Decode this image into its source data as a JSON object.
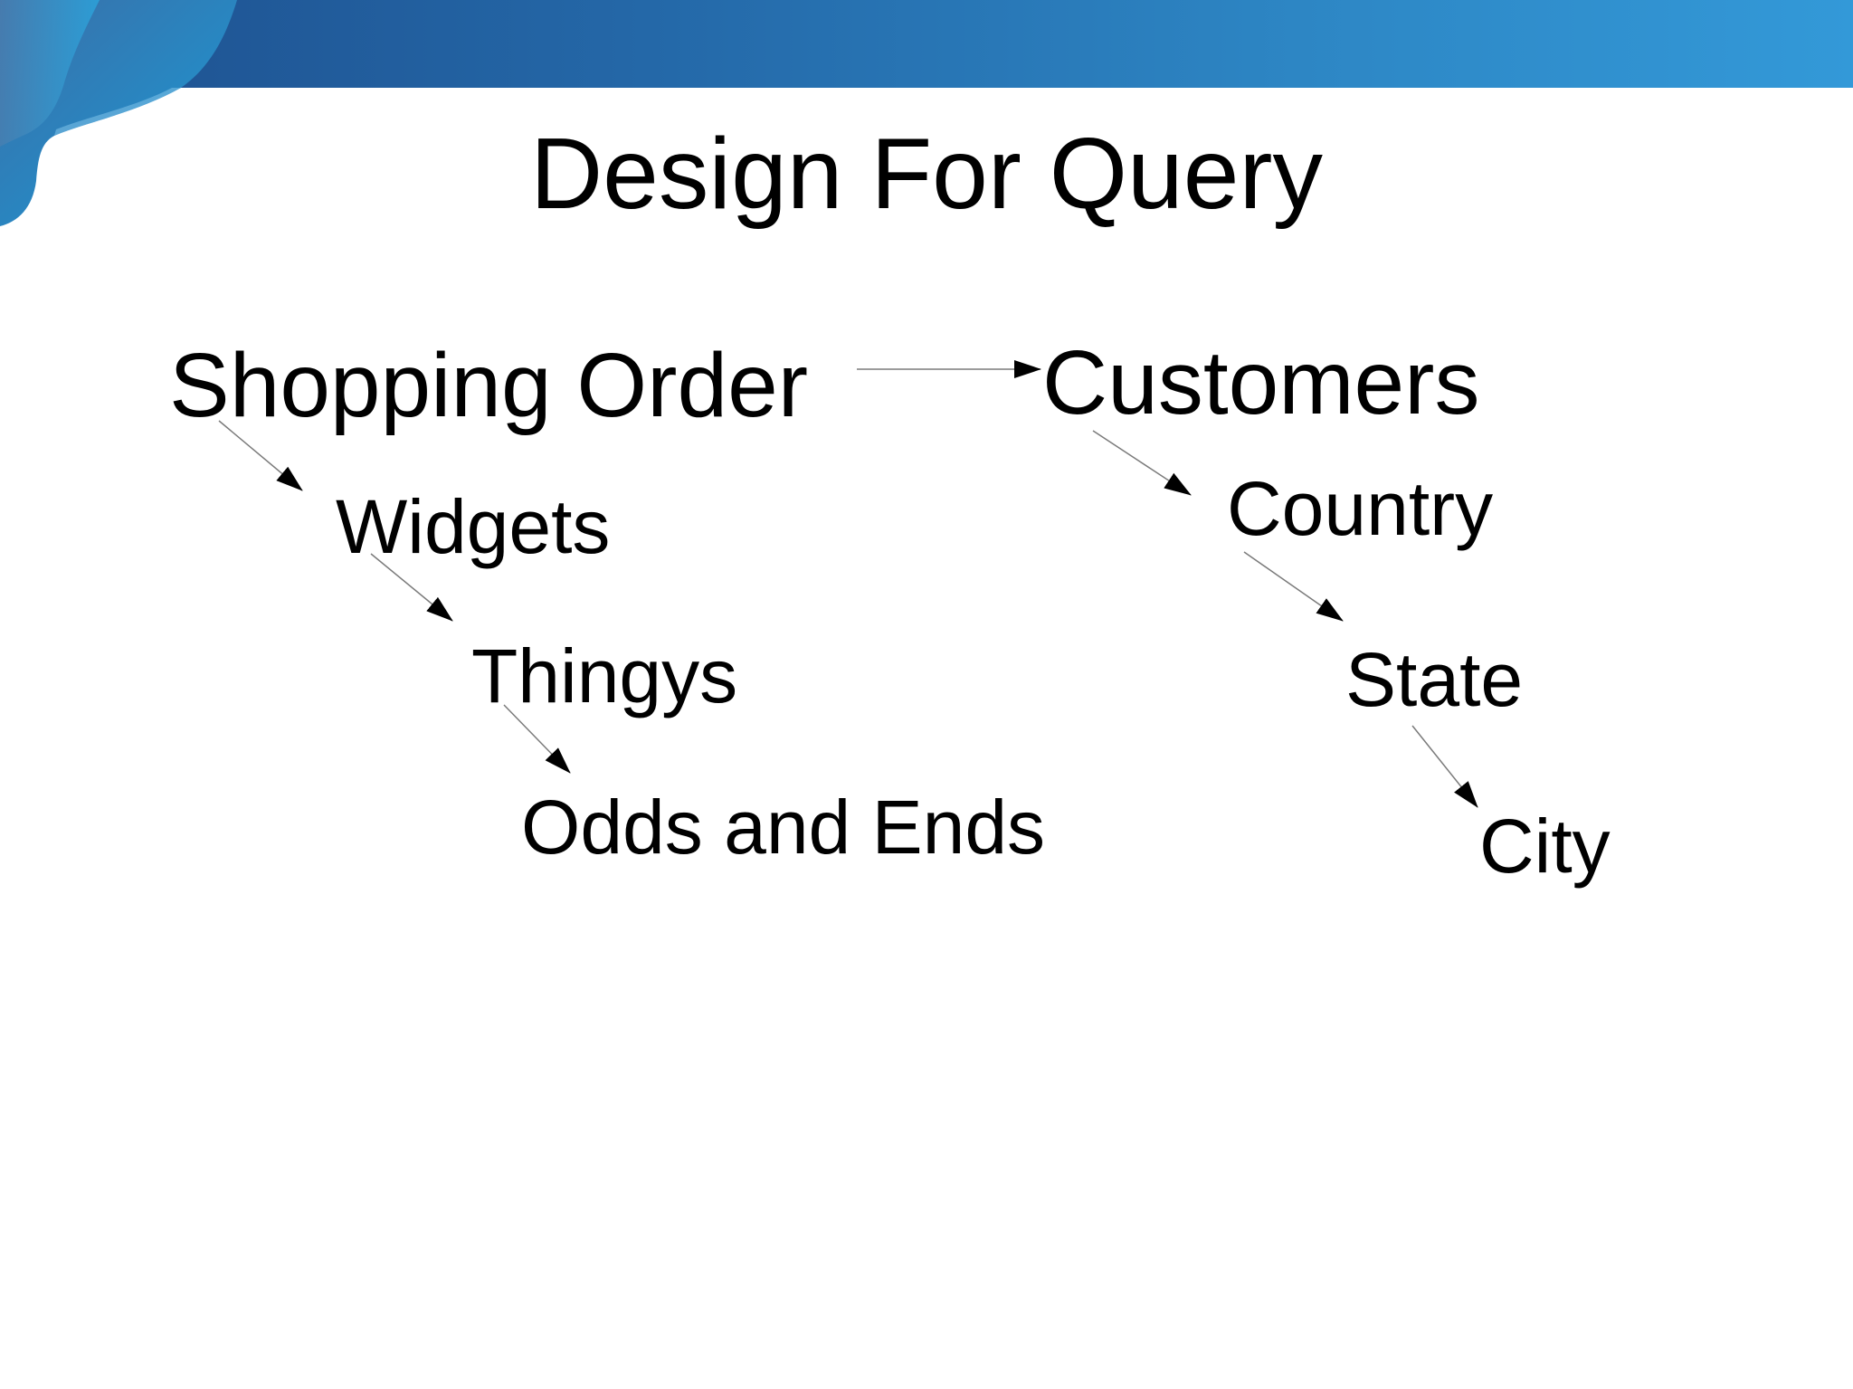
{
  "slide": {
    "title": "Design For Query",
    "accent_colors": [
      "#1e4f8e",
      "#2d86c4",
      "#3399d8"
    ]
  },
  "diagram": {
    "left_chain": [
      "Shopping Order",
      "Widgets",
      "Thingys",
      "Odds and Ends"
    ],
    "right_chain": [
      "Customers",
      "Country",
      "State",
      "City"
    ],
    "links": [
      {
        "from": "Shopping Order",
        "to": "Customers"
      },
      {
        "from": "Shopping Order",
        "to": "Widgets"
      },
      {
        "from": "Widgets",
        "to": "Thingys"
      },
      {
        "from": "Thingys",
        "to": "Odds and Ends"
      },
      {
        "from": "Customers",
        "to": "Country"
      },
      {
        "from": "Country",
        "to": "State"
      },
      {
        "from": "State",
        "to": "City"
      }
    ]
  }
}
